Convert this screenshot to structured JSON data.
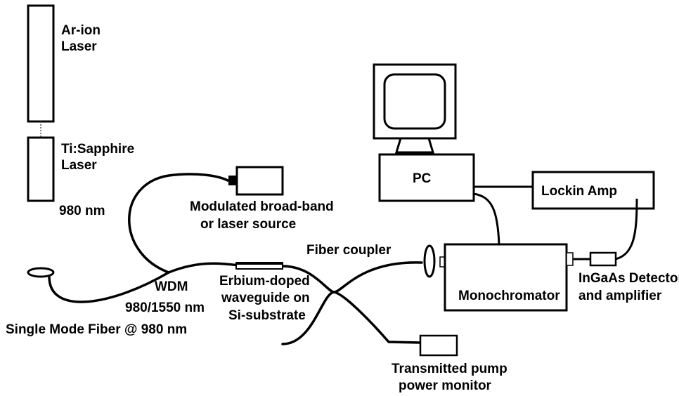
{
  "labels": {
    "ar_laser": [
      "Ar-ion",
      "Laser"
    ],
    "ti_laser": [
      "Ti:Sapphire",
      "Laser"
    ],
    "wavelength": "980 nm",
    "source": [
      "Modulated broad-band",
      "or laser source"
    ],
    "wdm": [
      "WDM",
      "980/1550 nm"
    ],
    "fiber": "Single Mode Fiber @ 980 nm",
    "waveguide": [
      "Erbium-doped",
      "waveguide on",
      "Si-substrate"
    ],
    "coupler": "Fiber coupler",
    "pc": "PC",
    "lockin": "Lockin Amp",
    "mono": "Monochromator",
    "detector": [
      "InGaAs Detector",
      "and amplifier"
    ],
    "monitor": [
      "Transmitted pump",
      "power monitor"
    ]
  }
}
